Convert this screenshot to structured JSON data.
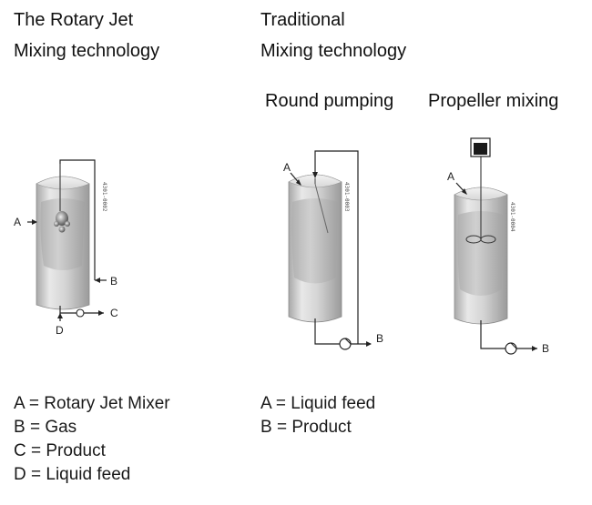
{
  "left": {
    "title_line1": "The Rotary Jet",
    "title_line2": "Mixing technology",
    "tank_code": "4301-0002",
    "callouts": {
      "a": "A",
      "b": "B",
      "c": "C",
      "d": "D"
    },
    "legend": [
      "A = Rotary Jet Mixer",
      "B = Gas",
      "C = Product",
      "D = Liquid feed"
    ]
  },
  "right": {
    "title_line1": "Traditional",
    "title_line2": "Mixing technology",
    "round_pumping": {
      "title": "Round pumping",
      "tank_code": "4301-0003",
      "callouts": {
        "a": "A",
        "b": "B"
      }
    },
    "propeller_mixing": {
      "title": "Propeller mixing",
      "tank_code": "4301-0004",
      "callouts": {
        "a": "A",
        "b": "B"
      }
    },
    "legend": [
      "A = Liquid feed",
      "B = Product"
    ]
  },
  "colors": {
    "tank_light": "#e6e6e6",
    "tank_mid": "#bdbdbd",
    "tank_dark": "#9a9a9a",
    "liquid": "#c8c8c8",
    "line": "#222222"
  }
}
